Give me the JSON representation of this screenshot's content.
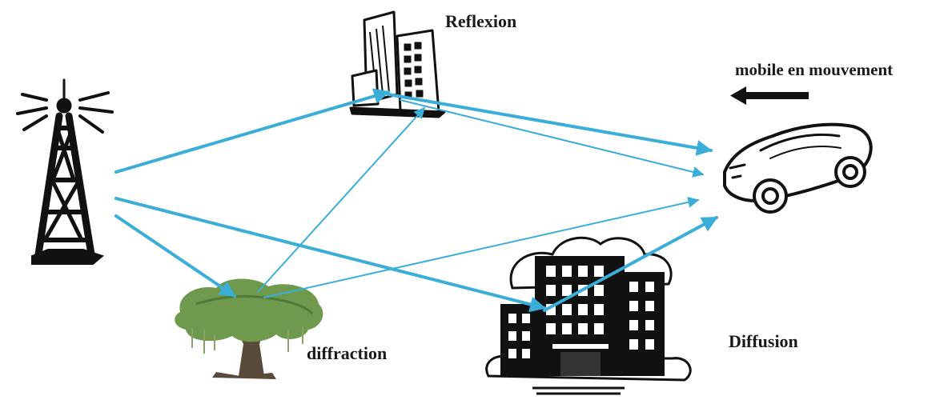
{
  "labels": {
    "reflexion": "Reflexion",
    "mobile": "mobile en mouvement",
    "diffraction": "diffraction",
    "diffusion": "Diffusion"
  },
  "colors": {
    "ray": "#3aaed8",
    "ink": "#111111",
    "tree_foliage": "#6f9a4e",
    "tree_trunk": "#5a4a3a"
  },
  "icons": [
    "antenna-tower-icon",
    "reflecting-building-icon",
    "car-icon",
    "tree-icon",
    "office-building-icon",
    "movement-arrow-icon"
  ]
}
